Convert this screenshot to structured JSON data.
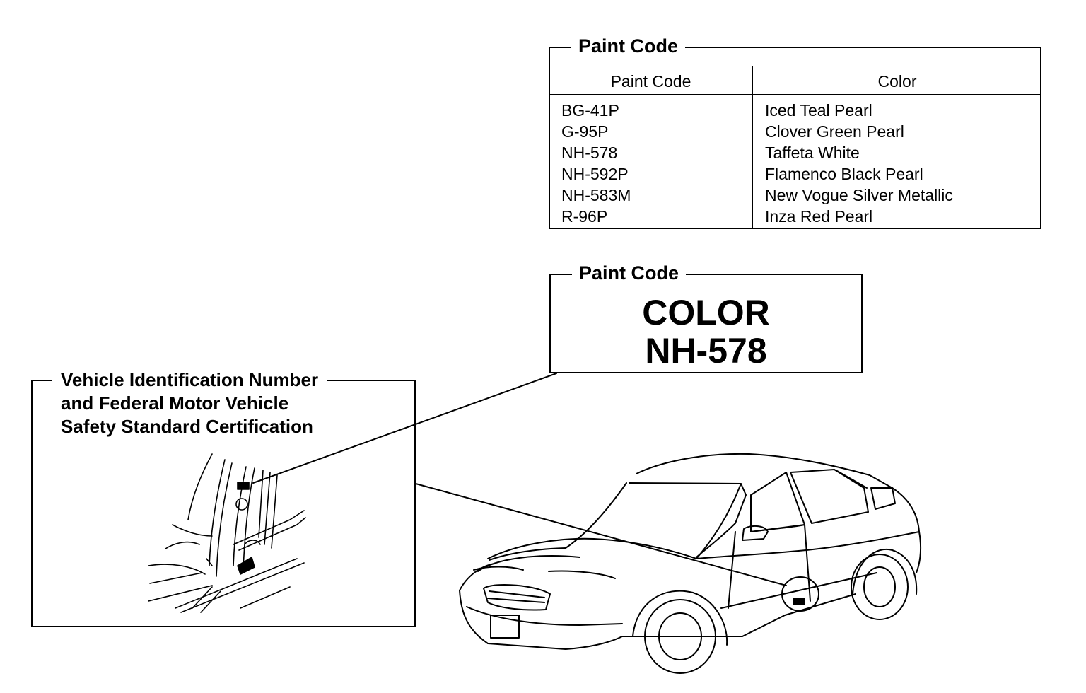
{
  "paint_code_table": {
    "title": "Paint Code",
    "headers": {
      "code": "Paint Code",
      "color": "Color"
    },
    "rows": [
      {
        "code": "BG-41P",
        "color": "Iced Teal Pearl"
      },
      {
        "code": "G-95P",
        "color": "Clover Green Pearl"
      },
      {
        "code": "NH-578",
        "color": "Taffeta White"
      },
      {
        "code": "NH-592P",
        "color": "Flamenco Black Pearl"
      },
      {
        "code": "NH-583M",
        "color": "New Vogue Silver Metallic"
      },
      {
        "code": "R-96P",
        "color": "Inza Red Pearl"
      }
    ]
  },
  "paint_code_label": {
    "title": "Paint Code",
    "line1": "COLOR",
    "line2": "NH-578"
  },
  "vin_panel": {
    "title_lines": [
      "Vehicle Identification Number",
      "and Federal Motor Vehicle",
      "Safety Standard Certification"
    ]
  },
  "icons": {
    "car": "sedan-illustration",
    "door_jamb": "door-jamb-detail-illustration"
  }
}
